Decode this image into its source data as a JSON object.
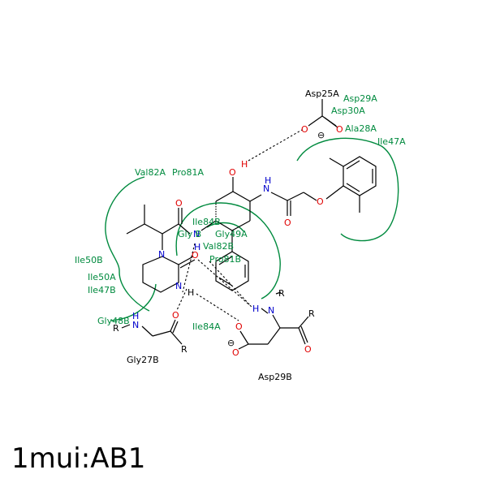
{
  "pdb_label": "1mui:AB1",
  "colors": {
    "bond": "#000000",
    "heteroatom_O": "#e00000",
    "heteroatom_N": "#0000cc",
    "residue_contact": "#008a3e"
  },
  "atoms": {
    "O": "O",
    "N": "N",
    "H": "H",
    "NH": "N",
    "R": "R",
    "charge": "⊖"
  },
  "residues": {
    "asp25a": "Asp25A",
    "asp29a": "Asp29A",
    "asp30a": "Asp30A",
    "ala28a": "Ala28A",
    "ile47a": "Ile47A",
    "val82a": "Val82A",
    "pro81a": "Pro81A",
    "ile84b": "Ile84B",
    "gly_b": "Gly B",
    "gly49a": "Gly49A",
    "val82b": "Val82B",
    "pro81b": "Pro81B",
    "ile50b": "Ile50B",
    "ile50a": "Ile50A",
    "ile47b": "Ile47B",
    "gly48b": "Gly48B",
    "ile84a": "Ile84A",
    "gly27b": "Gly27B",
    "asp29b": "Asp29B"
  }
}
